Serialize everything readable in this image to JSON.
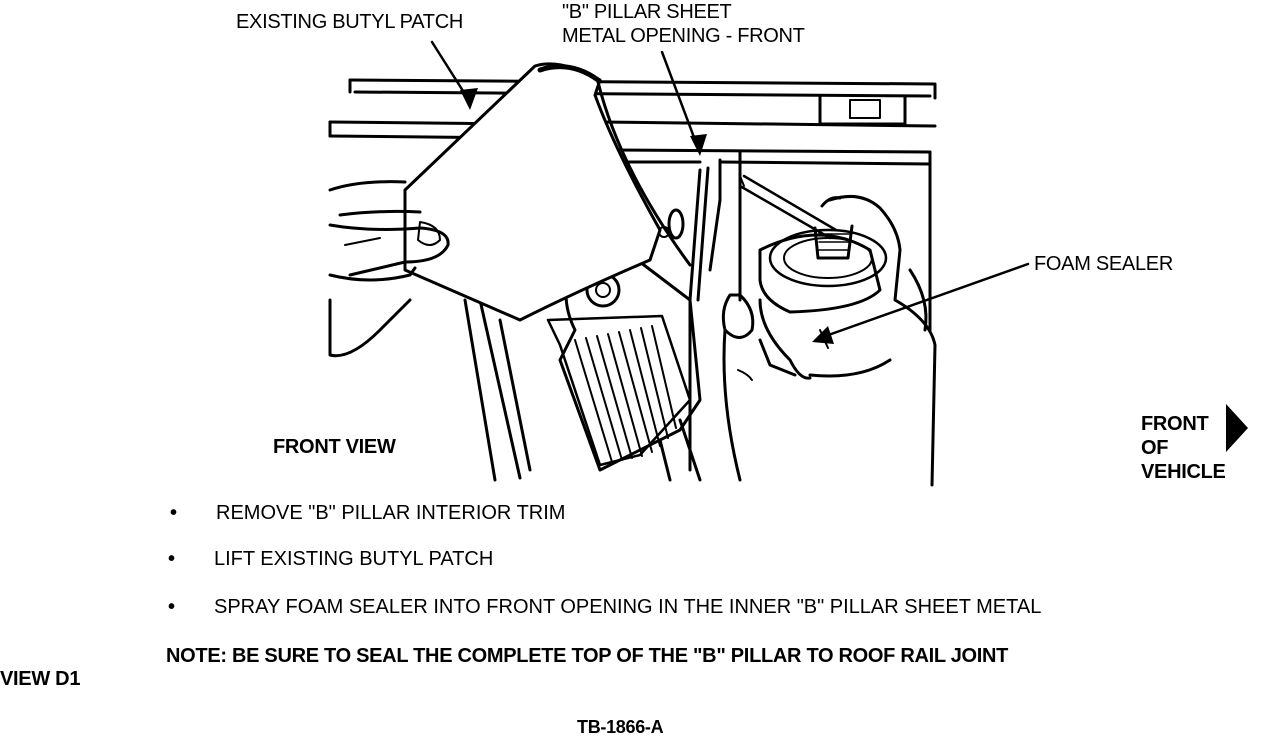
{
  "callouts": {
    "butyl_patch": "EXISTING BUTYL PATCH",
    "pillar_line1": "\"B\" PILLAR SHEET",
    "pillar_line2": "METAL OPENING - FRONT",
    "foam_sealer": "FOAM SEALER"
  },
  "view_label": "FRONT VIEW",
  "direction": {
    "line1": "FRONT",
    "line2": "OF",
    "line3": "VEHICLE"
  },
  "steps": [
    {
      "bullet": "•",
      "text": "REMOVE \"B\" PILLAR INTERIOR TRIM"
    },
    {
      "bullet": "•",
      "text": "LIFT EXISTING BUTYL PATCH"
    },
    {
      "bullet": "•",
      "text": "SPRAY FOAM SEALER INTO FRONT OPENING IN THE INNER \"B\" PILLAR SHEET METAL"
    }
  ],
  "note": "NOTE:  BE SURE TO SEAL THE COMPLETE TOP OF THE \"B\" PILLAR TO ROOF RAIL JOINT",
  "view_id": "VIEW D1",
  "figure_id": "TB-1866-A"
}
